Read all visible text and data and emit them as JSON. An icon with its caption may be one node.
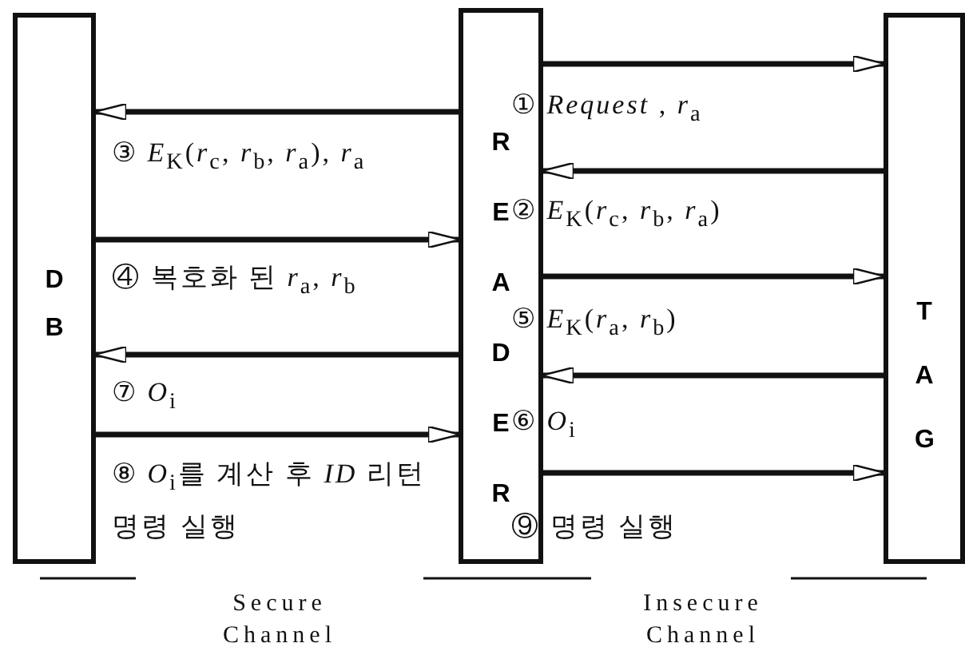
{
  "diagram": {
    "nodes": [
      {
        "text": [
          "DB"
        ]
      },
      {
        "text": [
          "READER"
        ]
      },
      {
        "text": [
          "TAG"
        ]
      }
    ],
    "edges": [
      {
        "from": 1,
        "to": 2,
        "arrow": "to",
        "label": "① *Request* , *r*$_{a}$"
      },
      {
        "from": 2,
        "to": 1,
        "arrow": "to",
        "label": "② *E*$_{K}$(*r*$_{c}$, *r*$_{b}$, *r*$_{a}$)"
      },
      {
        "from": 1,
        "to": 0,
        "arrow": "to",
        "label": "③ *E*$_{K}$(*r*$_{c}$, *r*$_{b}$, *r*$_{a}$), *r*$_{a}$"
      },
      {
        "from": 0,
        "to": 1,
        "arrow": "to",
        "label": "④ 복호화 된 *r*$_{a}$, *r*$_{b}$"
      },
      {
        "from": 1,
        "to": 2,
        "arrow": "to",
        "label": "⑤ *E*$_{K}$(*r*$_{a}$, *r*$_{b}$)"
      },
      {
        "from": 2,
        "to": 1,
        "arrow": "to",
        "label": "⑥ *O*$_{i}$"
      },
      {
        "from": 1,
        "to": 0,
        "arrow": "to",
        "label": "⑦ *O*$_{i}$"
      },
      {
        "from": 0,
        "to": 1,
        "arrow": "to",
        "label": "⑧ *O*$_{i}$를 계산 후 *ID* 리턴 명령 실행"
      },
      {
        "from": 1,
        "to": 2,
        "arrow": "to",
        "label": "⑨ 명령 실행"
      }
    ],
    "labels": [
      "Secure Channel",
      "Insecure Channel"
    ]
  }
}
